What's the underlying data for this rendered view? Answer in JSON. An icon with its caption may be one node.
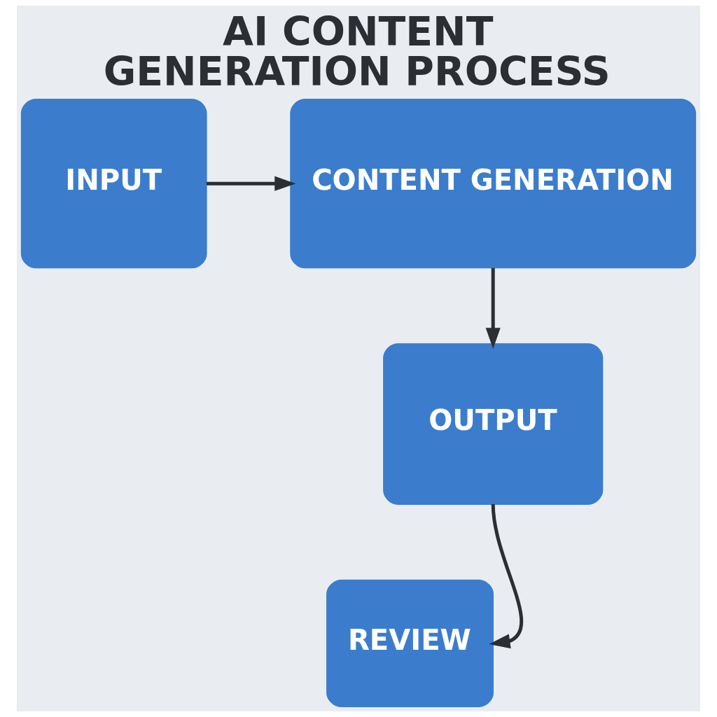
{
  "diagram": {
    "title": "AI CONTENT GENERATION PROCESS",
    "nodes": [
      {
        "text": [
          "INPUT"
        ]
      },
      {
        "text": [
          "CONTENT GENERATION"
        ]
      },
      {
        "text": [
          "OUTPUT"
        ]
      },
      {
        "text": [
          "REVIEW"
        ]
      }
    ],
    "edges": [
      {
        "from": 0,
        "to": 1,
        "arrow": "to"
      },
      {
        "from": 1,
        "to": 2,
        "arrow": "to"
      },
      {
        "from": 2,
        "to": 3,
        "arrow": "to"
      }
    ]
  }
}
